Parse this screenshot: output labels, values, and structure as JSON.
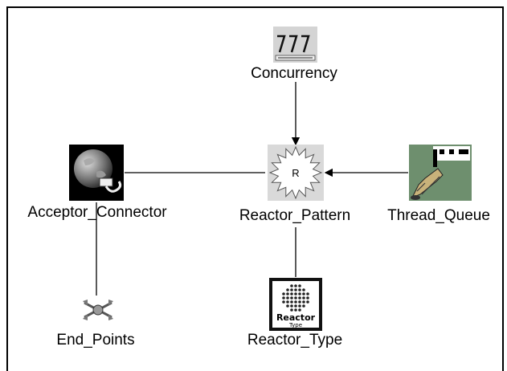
{
  "diagram": {
    "nodes": [
      {
        "id": "concurrency",
        "label": "Concurrency",
        "icon": "concurrency-icon"
      },
      {
        "id": "acceptor",
        "label": "Acceptor_Connector",
        "icon": "globe-plug-icon"
      },
      {
        "id": "reactor",
        "label": "Reactor_Pattern",
        "icon": "starburst-r-icon",
        "icon_text": "R"
      },
      {
        "id": "thread_queue",
        "label": "Thread_Queue",
        "icon": "thread-queue-icon"
      },
      {
        "id": "end_points",
        "label": "End_Points",
        "icon": "endpoints-icon"
      },
      {
        "id": "reactor_type",
        "label": "Reactor_Type",
        "icon": "reactor-type-icon",
        "icon_text": "Reactor",
        "icon_subtext": "Type"
      }
    ],
    "edges": [
      {
        "from": "concurrency",
        "to": "reactor",
        "arrow": true
      },
      {
        "from": "thread_queue",
        "to": "reactor",
        "arrow": true
      },
      {
        "from": "reactor_type",
        "to": "reactor",
        "arrow": false
      },
      {
        "from": "reactor",
        "to": "acceptor",
        "arrow": false
      },
      {
        "from": "end_points",
        "to": "acceptor",
        "arrow": false
      }
    ],
    "colors": {
      "line": "#000000",
      "icon_bg": "#d9d9d9",
      "thread_bg": "#6e8f6e"
    }
  }
}
